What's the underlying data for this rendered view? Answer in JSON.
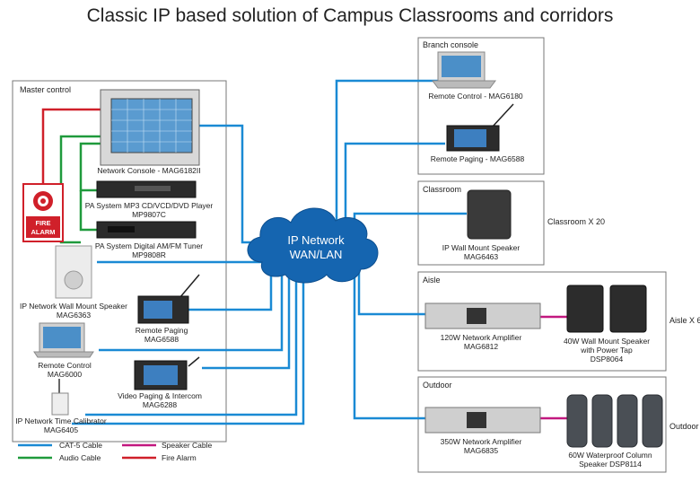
{
  "title": "Classic IP based solution of Campus Classrooms and corridors",
  "cloud": {
    "line1": "IP Network",
    "line2": "WAN/LAN"
  },
  "panels": {
    "master": "Master control",
    "branch": "Branch console",
    "classroom": "Classroom",
    "aisle": "Aisle",
    "outdoor": "Outdoor"
  },
  "side_labels": {
    "classroom": "Classroom X 20",
    "aisle": "Aisle X 6",
    "outdoor": "Outdoor"
  },
  "fire_alarm": {
    "line1": "FIRE",
    "line2": "ALARM"
  },
  "devices": {
    "network_console": [
      "Network Console - MAG6182II"
    ],
    "mp3_player": [
      "PA System MP3 CD/VCD/DVD Player",
      "MP9807C"
    ],
    "tuner": [
      "PA System Digital AM/FM Tuner",
      "MP9808R"
    ],
    "wall_speaker_master": [
      "IP Network Wall Mount Speaker",
      "MAG6363"
    ],
    "remote_paging_master": [
      "Remote Paging",
      "MAG6588"
    ],
    "remote_control_master": [
      "Remote Control",
      "MAG6000"
    ],
    "video_paging": [
      "Video Paging & Intercom",
      "MAG6288"
    ],
    "time_calibrator": [
      "IP Network Time Calibrator",
      "MAG6405"
    ],
    "remote_control_branch": [
      "Remote Control - MAG6180"
    ],
    "remote_paging_branch": [
      "Remote Paging - MAG6588"
    ],
    "classroom_speaker": [
      "IP Wall Mount Speaker",
      "MAG6463"
    ],
    "amp_120": [
      "120W Network Amplifier",
      "MAG6812"
    ],
    "wall_speaker_40": [
      "40W Wall Mount Speaker",
      "with Power Tap",
      "DSP8064"
    ],
    "amp_350": [
      "350W Network Amplifier",
      "MAG6835"
    ],
    "column_speaker": [
      "60W Waterproof Column",
      "Speaker   DSP8114"
    ]
  },
  "legend": [
    {
      "label": "CAT-5 Cable",
      "color": "#1a8ad4"
    },
    {
      "label": "Audio Cable",
      "color": "#1f9a3c"
    },
    {
      "label": "Speaker Cable",
      "color": "#c2187f"
    },
    {
      "label": "Fire Alarm",
      "color": "#d0202a"
    }
  ],
  "colors": {
    "cat5": "#1a8ad4",
    "audio": "#1f9a3c",
    "speaker": "#c2187f",
    "fire": "#d0202a",
    "cloud": "#1565b0"
  }
}
